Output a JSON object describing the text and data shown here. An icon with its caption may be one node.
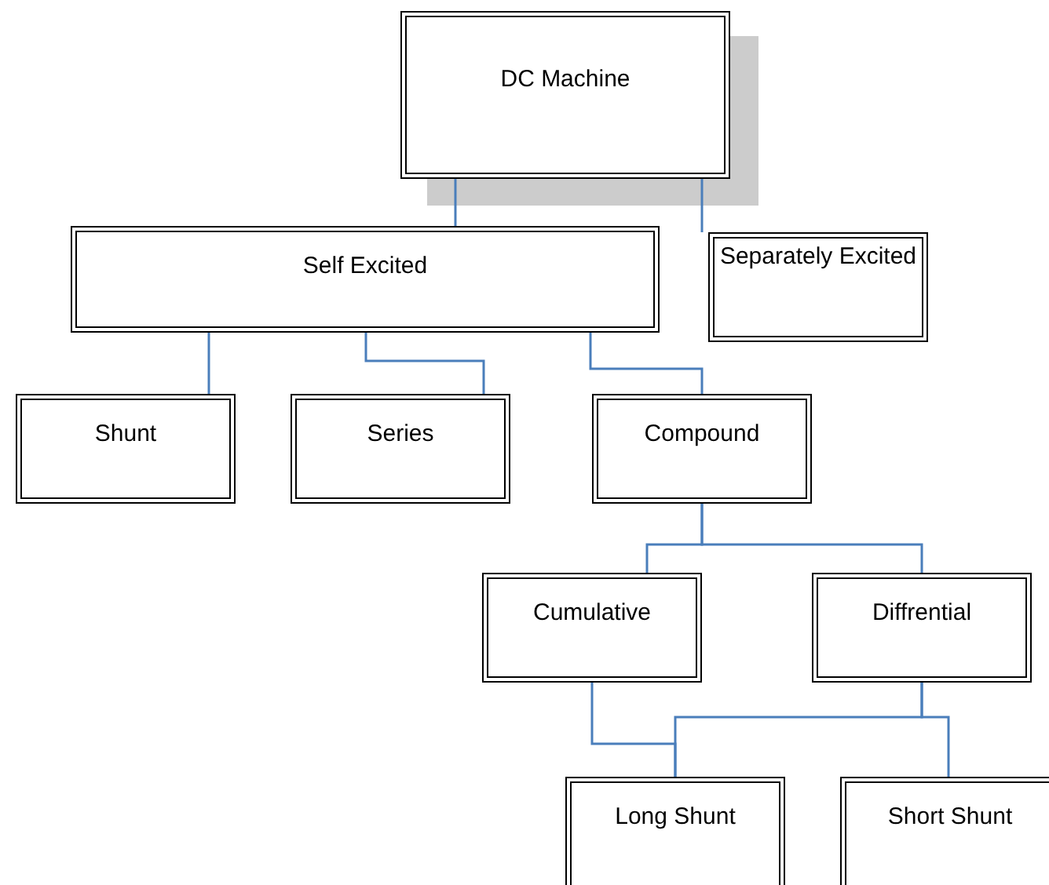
{
  "diagram": {
    "nodes": [
      {
        "text": [
          "DC Machine"
        ]
      },
      {
        "text": [
          "Self Excited"
        ]
      },
      {
        "text": [
          "Separately Excited"
        ]
      },
      {
        "text": [
          "Shunt"
        ]
      },
      {
        "text": [
          "Series"
        ]
      },
      {
        "text": [
          "Compound"
        ]
      },
      {
        "text": [
          "Cumulative"
        ]
      },
      {
        "text": [
          "Diffrential"
        ]
      },
      {
        "text": [
          "Long Shunt"
        ]
      },
      {
        "text": [
          "Short Shunt"
        ]
      }
    ],
    "edges": [
      {
        "from": 0,
        "to": 1,
        "arrow": "none"
      },
      {
        "from": 0,
        "to": 2,
        "arrow": "none"
      },
      {
        "from": 1,
        "to": 3,
        "arrow": "none"
      },
      {
        "from": 1,
        "to": 4,
        "arrow": "none"
      },
      {
        "from": 1,
        "to": 5,
        "arrow": "none"
      },
      {
        "from": 5,
        "to": 6,
        "arrow": "none"
      },
      {
        "from": 5,
        "to": 7,
        "arrow": "none"
      },
      {
        "from": 6,
        "to": 8,
        "arrow": "none"
      },
      {
        "from": 7,
        "to": 8,
        "arrow": "none"
      },
      {
        "from": 7,
        "to": 9,
        "arrow": "none"
      }
    ]
  }
}
